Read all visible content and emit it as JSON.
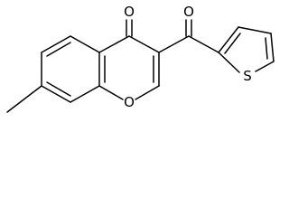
{
  "structure": {
    "atoms": {
      "ketone_oxygen": "O",
      "acyl_oxygen": "O",
      "ring_oxygen": "O",
      "thiophene_sulfur": "S"
    }
  },
  "colors": {
    "bond": "#000000",
    "label": "#000000",
    "background": "#ffffff"
  }
}
